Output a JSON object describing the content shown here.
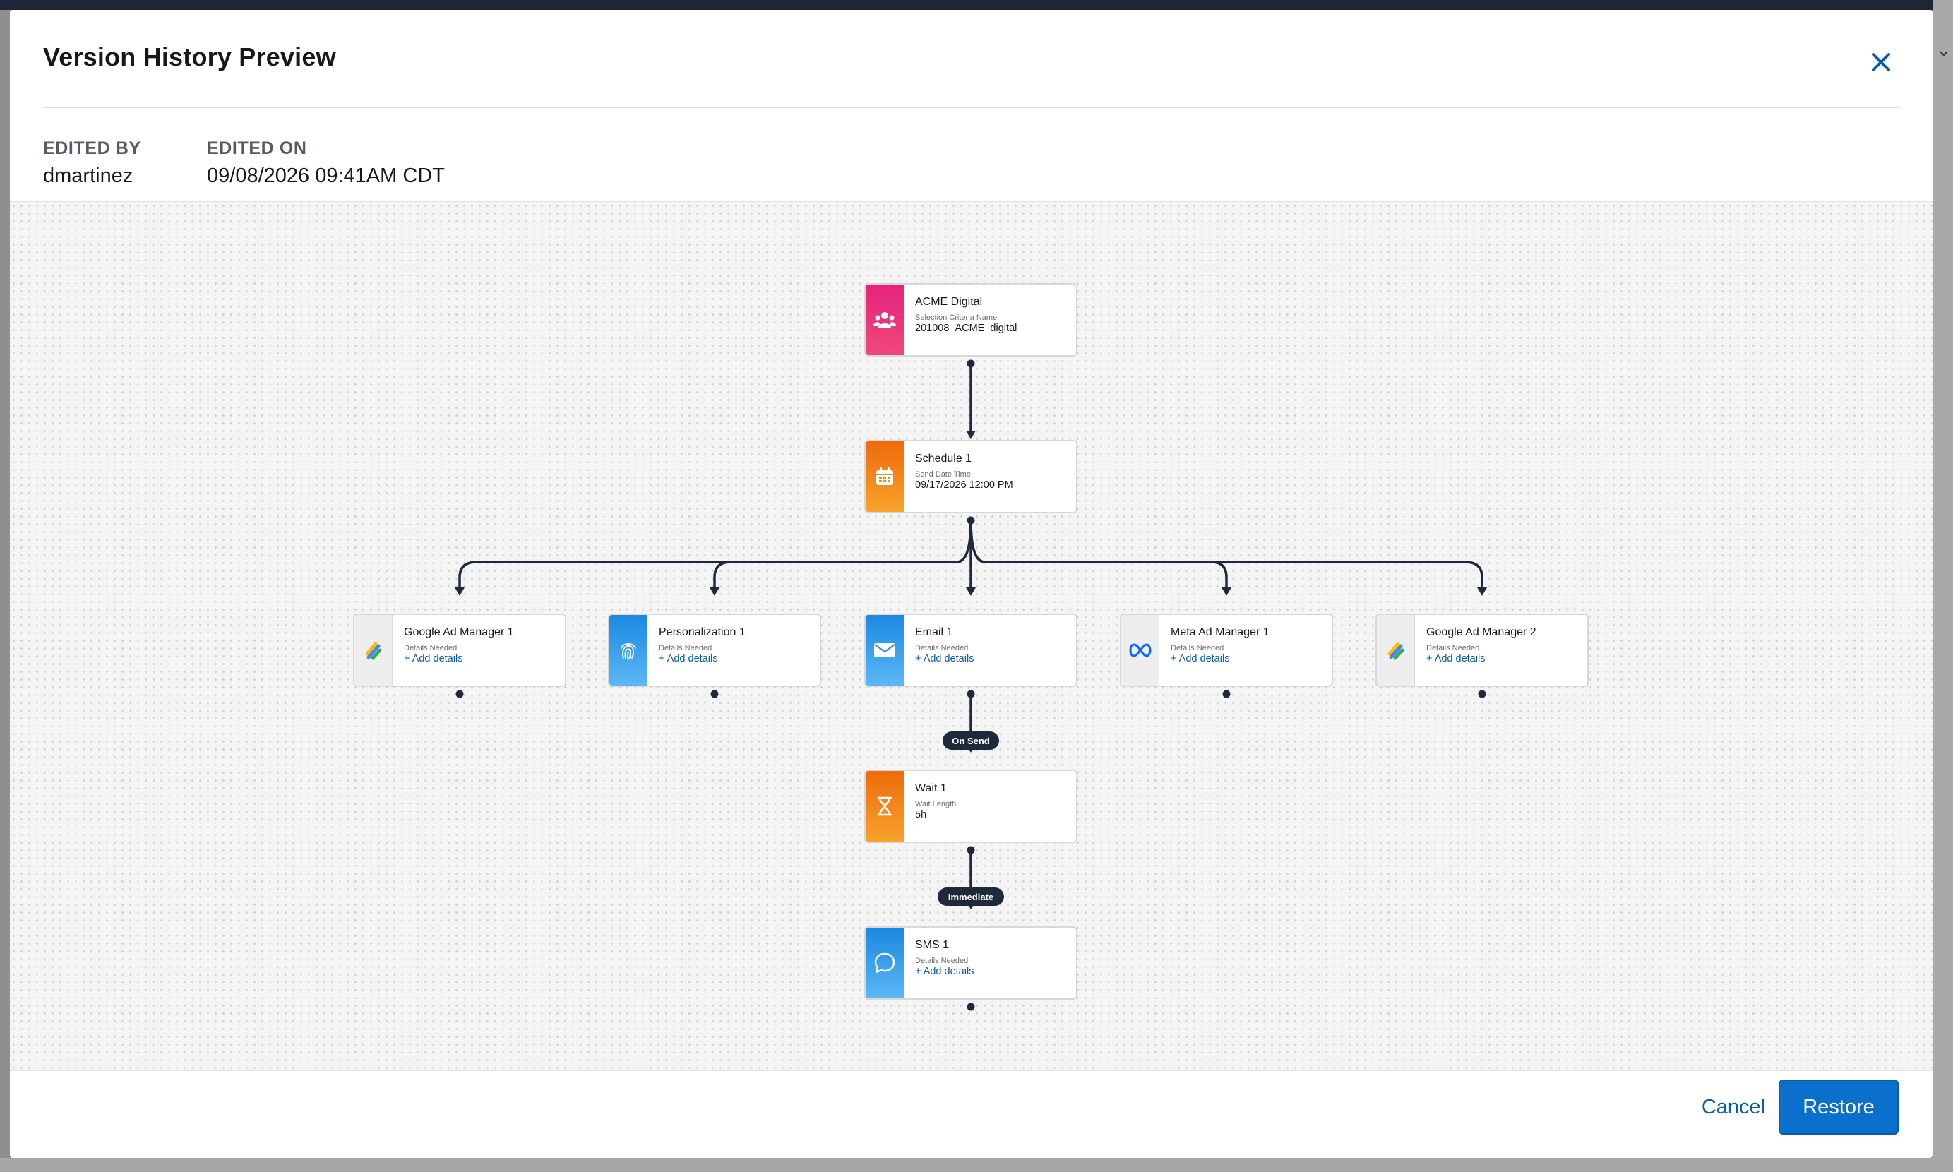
{
  "modal": {
    "title": "Version History Preview",
    "close_icon": "close-icon"
  },
  "meta": {
    "edited_by_label": "EDITED BY",
    "edited_by_value": "dmartinez",
    "edited_on_label": "EDITED ON",
    "edited_on_value": "09/08/2026 09:41AM CDT"
  },
  "flow": {
    "entry": {
      "title": "ACME Digital",
      "sub": "Selection Criteria Name",
      "value": "201008_ACME_digital",
      "icon": "audience-icon"
    },
    "schedule": {
      "title": "Schedule 1",
      "sub": "Send Date Time",
      "value": "09/17/2026 12:00 PM",
      "icon": "calendar-icon"
    },
    "branches": [
      {
        "title": "Google Ad Manager 1",
        "sub": "Details Needed",
        "link": "+ Add details",
        "icon": "google-ad-manager-icon"
      },
      {
        "title": "Personalization 1",
        "sub": "Details Needed",
        "link": "+ Add details",
        "icon": "fingerprint-icon"
      },
      {
        "title": "Email 1",
        "sub": "Details Needed",
        "link": "+ Add details",
        "icon": "envelope-icon"
      },
      {
        "title": "Meta Ad Manager 1",
        "sub": "Details Needed",
        "link": "+ Add details",
        "icon": "meta-icon"
      },
      {
        "title": "Google Ad Manager 2",
        "sub": "Details Needed",
        "link": "+ Add details",
        "icon": "google-ad-manager-icon"
      }
    ],
    "pill_on_send": "On Send",
    "wait": {
      "title": "Wait 1",
      "sub": "Wait Length",
      "value": "5h",
      "icon": "hourglass-icon"
    },
    "pill_immediate": "Immediate",
    "sms": {
      "title": "SMS 1",
      "sub": "Details Needed",
      "link": "+ Add details",
      "icon": "chat-bubble-icon"
    }
  },
  "footer": {
    "cancel_label": "Cancel",
    "restore_label": "Restore"
  },
  "colors": {
    "accent": "#0b5cab",
    "primary_button": "#0b6fcc",
    "connector": "#1e293b",
    "audience": "#e3237d",
    "schedule": "#f07d0d",
    "email": "#1b88e1",
    "wait": "#f07d0d"
  }
}
